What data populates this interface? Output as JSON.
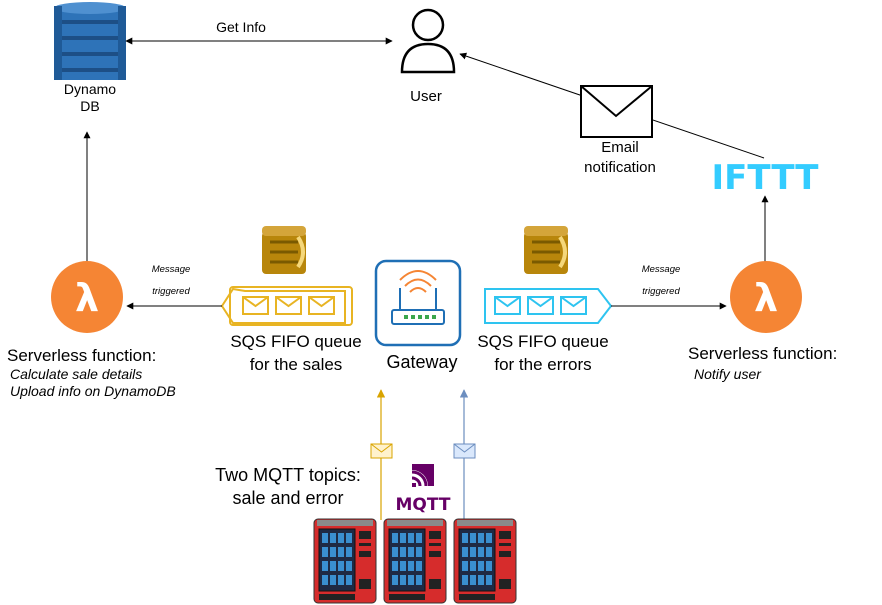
{
  "dynamodb": {
    "label_line1": "Dynamo",
    "label_line2": "DB"
  },
  "user": {
    "label": "User"
  },
  "get_info": {
    "label": "Get Info"
  },
  "email": {
    "label_line1": "Email",
    "label_line2": "notification"
  },
  "ifttt": {
    "logo_text": "IFTTT"
  },
  "gateway": {
    "label": "Gateway"
  },
  "queue_sales": {
    "label_line1": "SQS FIFO queue",
    "label_line2": "for the sales"
  },
  "queue_errors": {
    "label_line1": "SQS FIFO queue",
    "label_line2": "for the errors"
  },
  "lambda_left": {
    "title": "Serverless function:",
    "line1": "Calculate sale details",
    "line2": "Upload info on DynamoDB",
    "trigger_line1": "Message",
    "trigger_line2": "triggered"
  },
  "lambda_right": {
    "title": "Serverless function:",
    "line1": "Notify user",
    "trigger_line1": "Message",
    "trigger_line2": "triggered"
  },
  "mqtt": {
    "topics_line1": "Two MQTT topics:",
    "topics_line2": "sale and error",
    "logo_text": "MQTT"
  },
  "colors": {
    "dynamo_blue": "#2E73B8",
    "lambda_orange": "#F58534",
    "sqs_gold": "#B8860B",
    "sales_queue": "#E8B423",
    "errors_queue": "#2EC4F0",
    "ifttt_blue": "#33CCFF",
    "mqtt_purple": "#660066",
    "vending_red": "#D62C2C",
    "gateway_blue": "#1F6FB5",
    "arrow_gold": "#D9A400",
    "arrow_blue": "#6C8EBF"
  },
  "icons": [
    "dynamodb-icon",
    "user-icon",
    "email-envelope-icon",
    "ifttt-logo",
    "lambda-icon",
    "sqs-icon",
    "queue-icon",
    "gateway-router-icon",
    "mqtt-logo",
    "vending-machine-icon",
    "message-envelope-icon"
  ]
}
